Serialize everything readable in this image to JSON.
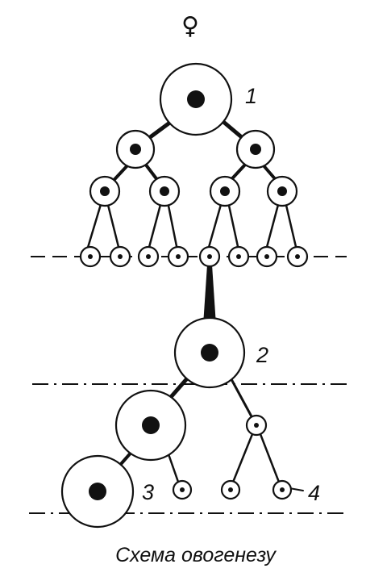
{
  "diagram": {
    "female_symbol": "♀",
    "labels": [
      "1",
      "2",
      "3",
      "4"
    ],
    "caption": "Схема овогенезу"
  }
}
